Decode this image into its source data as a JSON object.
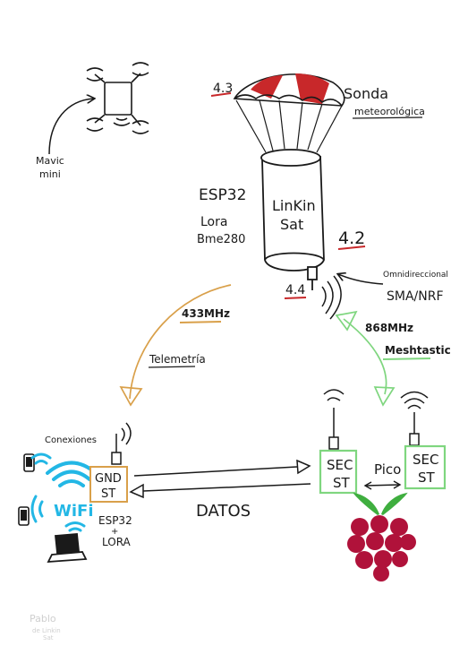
{
  "labels": {
    "drone": [
      "Mavic",
      "mini"
    ],
    "balloon": [
      "Sonda",
      "meteorológica"
    ],
    "ref_balloon": "4.3",
    "can": [
      "LinKin",
      "Sat"
    ],
    "payload": [
      "ESP32",
      "Lora",
      "Bme280"
    ],
    "ref_can": "4.2",
    "ref_antenna": "4.4",
    "antenna_type": [
      "Omnidireccional",
      "SMA/NRF"
    ],
    "link_433": "433MHz",
    "telemetry": "Telemetría",
    "link_868": "868MHz",
    "meshtastic": "Meshtastic",
    "connections": "Conexiones",
    "wifi": "WiFi",
    "ground_station": [
      "GND",
      "ST"
    ],
    "ground_board": [
      "ESP32",
      "+",
      "LORA"
    ],
    "data": "DATOS",
    "secondary_station": [
      "SEC",
      "ST"
    ],
    "pico": "Pico",
    "signature": [
      "Pablo",
      "de Linkin",
      "Sat"
    ]
  },
  "colors": {
    "ink": "#1a1a1a",
    "orange": "#d9a04a",
    "green": "#7fd67f",
    "red": "#c8282a",
    "cyan": "#23b7e5",
    "raspberry": "#b0123a",
    "leaf": "#3fae3f"
  }
}
